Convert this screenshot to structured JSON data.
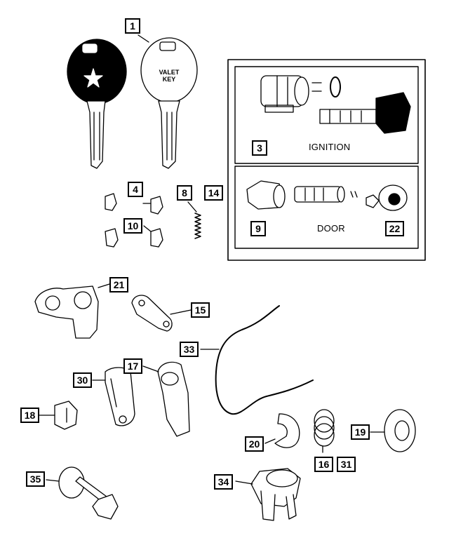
{
  "callouts": {
    "c1": "1",
    "c3": "3",
    "c4": "4",
    "c8": "8",
    "c9": "9",
    "c10": "10",
    "c14": "14",
    "c15": "15",
    "c16": "16",
    "c17": "17",
    "c18": "18",
    "c19": "19",
    "c20": "20",
    "c21": "21",
    "c22": "22",
    "c30": "30",
    "c31": "31",
    "c33": "33",
    "c34": "34",
    "c35": "35"
  },
  "labels": {
    "ignition": "IGNITION",
    "door": "DOOR",
    "valet_key_line1": "VALET",
    "valet_key_line2": "KEY"
  }
}
